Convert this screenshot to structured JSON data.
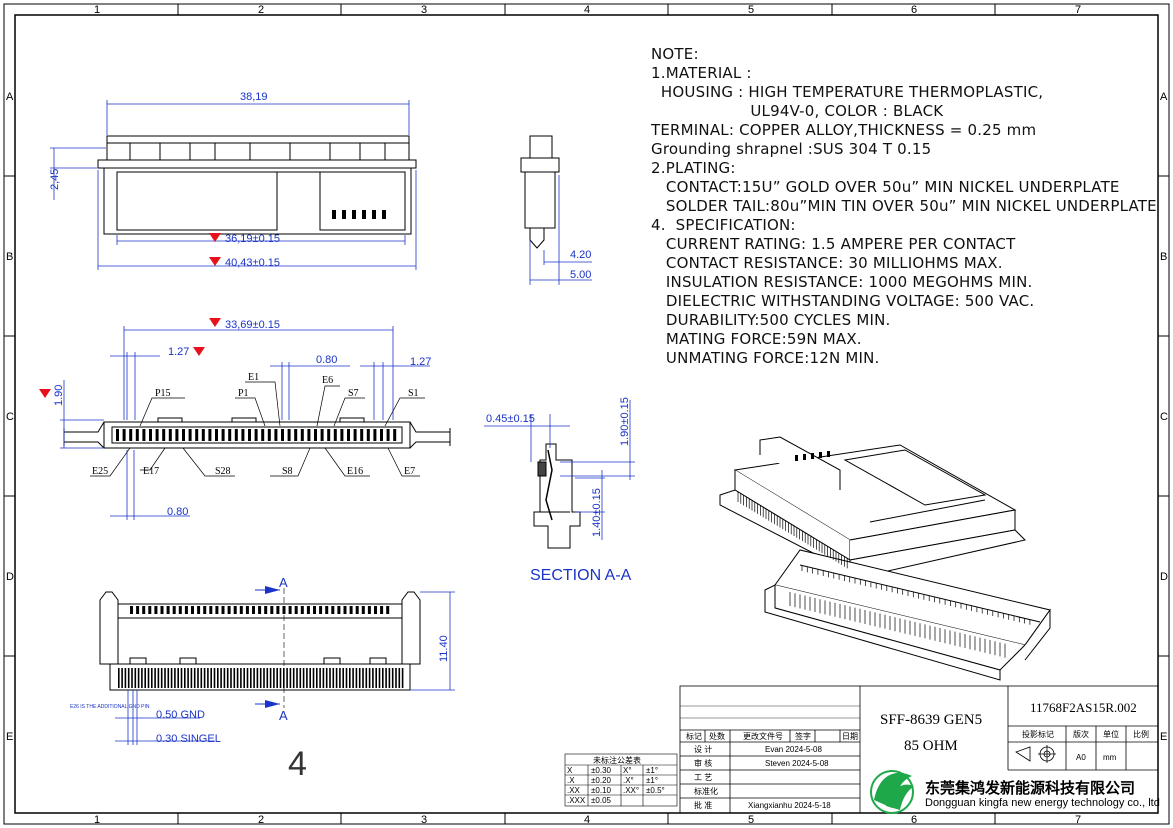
{
  "grid": {
    "cols": [
      "1",
      "2",
      "3",
      "4",
      "5",
      "6",
      "7"
    ],
    "rows": [
      "A",
      "B",
      "C",
      "D",
      "E"
    ]
  },
  "notes": {
    "title": "NOTE:",
    "lines": [
      "1.MATERIAL :",
      "  HOUSING : HIGH TEMPERATURE THERMOPLASTIC,",
      "                    UL94V-0, COLOR : BLACK",
      "TERMINAL: COPPER ALLOY,THICKNESS = 0.25 mm",
      "Grounding shrapnel :SUS 304 T 0.15",
      "2.PLATING:",
      "   CONTACT:15U” GOLD OVER 50u” MIN NICKEL UNDERPLATE",
      "   SOLDER TAIL:80u”MIN TIN OVER 50u” MIN NICKEL UNDERPLATE",
      "4.  SPECIFICATION:",
      "   CURRENT RATING: 1.5 AMPERE PER CONTACT",
      "   CONTACT RESISTANCE: 30 MILLIOHMS MAX.",
      "   INSULATION RESISTANCE: 1000 MEGOHMS MIN.",
      "   DIELECTRIC WITHSTANDING VOLTAGE: 500 VAC.",
      "   DURABILITY:500 CYCLES MIN.",
      "   MATING FORCE:59N MAX.",
      "   UNMATING FORCE:12N MIN."
    ]
  },
  "dims": {
    "top_width": "38,19",
    "top_height": "2,45",
    "inner_width": "36,19±0.15",
    "outer_width": "40,43±0.15",
    "side_a": "4.20",
    "side_b": "5.00",
    "front_width": "33,69±0.15",
    "pitch_127a": "1.27",
    "pitch_080a": "0.80",
    "pitch_127b": "1.27",
    "front_h": "1.90",
    "pitch_080b": "0.80",
    "sec_045": "0.45±0.15",
    "sec_190": "1.90±0.15",
    "sec_140": "1.40±0.15",
    "bottom_h": "11.40",
    "pitch_050": "0.50 GND",
    "pitch_030": "0.30 SINGEL"
  },
  "labels": {
    "p15": "P15",
    "e1": "E1",
    "e6": "E6",
    "s7": "S7",
    "s1": "S1",
    "p1": "P1",
    "e25": "E25",
    "e17": "E17",
    "s28": "S28",
    "s8": "S8",
    "e16": "E16",
    "e7": "E7",
    "section_a1": "A",
    "section_a2": "A",
    "section_title": "SECTION A-A",
    "gnd_note": "E26 IS THE ADDITIONAL GND PIN",
    "sheet_no": "4"
  },
  "tolerance": {
    "title": "未标注公差表",
    "rows": [
      [
        "X",
        "±0.30",
        "X°",
        "±1°"
      ],
      [
        ".X",
        "±0.20",
        ".X°",
        "±1°"
      ],
      [
        ".XX",
        "±0.10",
        ".XX°",
        "±0.5°"
      ],
      [
        ".XXX",
        "±0.05",
        "",
        ""
      ]
    ]
  },
  "titleblock": {
    "hdr_mark": "标记",
    "hdr_count": "处数",
    "hdr_doc": "更改文件号",
    "hdr_sign": "签字",
    "hdr_date": "日期",
    "row_design": "设  计",
    "row_review": "审  核",
    "row_process": "工  艺",
    "row_std": "标准化",
    "row_approve": "批  准",
    "design_by": "Evan  2024-5-08",
    "review_by": "Steven  2024-5-08",
    "approve_by": "Xiangxianhu  2024-5-18",
    "product": "SFF-8639 GEN5",
    "impedance": "85 OHM",
    "part_no": "11768F2AS15R.002",
    "lbl_proj": "投影标记",
    "lbl_ver": "版次",
    "lbl_unit": "单位",
    "lbl_scale": "比例",
    "ver": "A0",
    "unit": "mm",
    "company_cn": "东莞集鸿发新能源科技有限公司",
    "company_en": "Dongguan kingfa new energy technology co., ltd"
  },
  "colors": {
    "dim": "#1a33c8",
    "marker": "#e8101a",
    "logo": "#1fa84a"
  }
}
